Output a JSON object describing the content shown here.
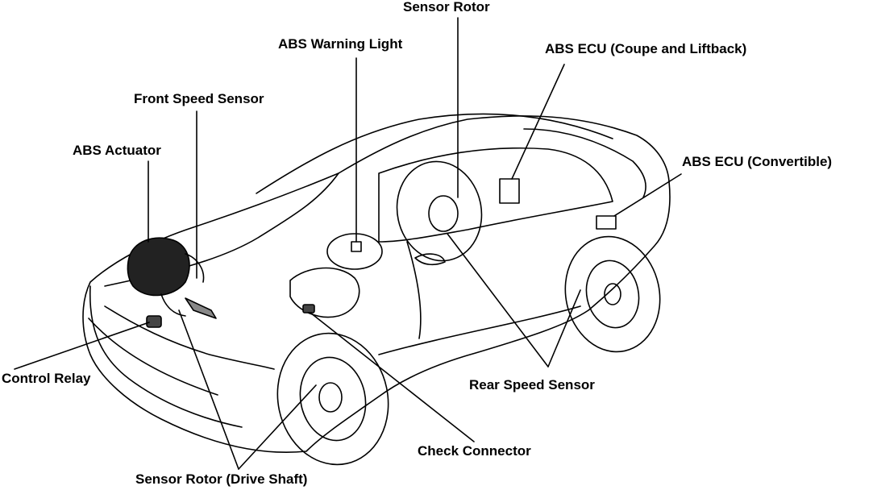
{
  "labels": {
    "sensor_rotor": "Sensor Rotor",
    "abs_warning_light": "ABS Warning Light",
    "abs_ecu_coupe": "ABS ECU (Coupe and Liftback)",
    "front_speed_sensor": "Front Speed Sensor",
    "abs_actuator": "ABS Actuator",
    "abs_ecu_convertible": "ABS ECU (Convertible)",
    "control_relay": "Control Relay",
    "rear_speed_sensor": "Rear Speed Sensor",
    "check_connector": "Check Connector",
    "sensor_rotor_drive_shaft": "Sensor Rotor (Drive Shaft)"
  },
  "colors": {
    "line": "#000000",
    "background": "#ffffff"
  }
}
